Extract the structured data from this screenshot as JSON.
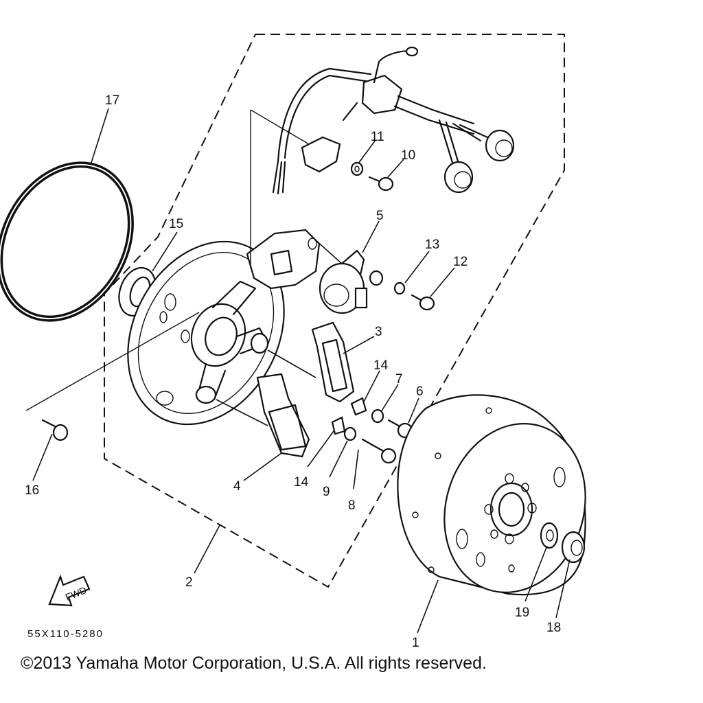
{
  "diagram": {
    "drawing_code": "55X110-5280",
    "fwd_label": "FWD",
    "callouts": {
      "c1": "1",
      "c2": "2",
      "c3": "3",
      "c4": "4",
      "c5": "5",
      "c6": "6",
      "c7": "7",
      "c8": "8",
      "c9": "9",
      "c10": "10",
      "c11": "11",
      "c12": "12",
      "c13": "13",
      "c14a": "14",
      "c14b": "14",
      "c15": "15",
      "c16": "16",
      "c17": "17",
      "c18": "18",
      "c19": "19"
    }
  },
  "footer": {
    "copyright": "©2013 Yamaha Motor Corporation, U.S.A. All rights reserved."
  }
}
